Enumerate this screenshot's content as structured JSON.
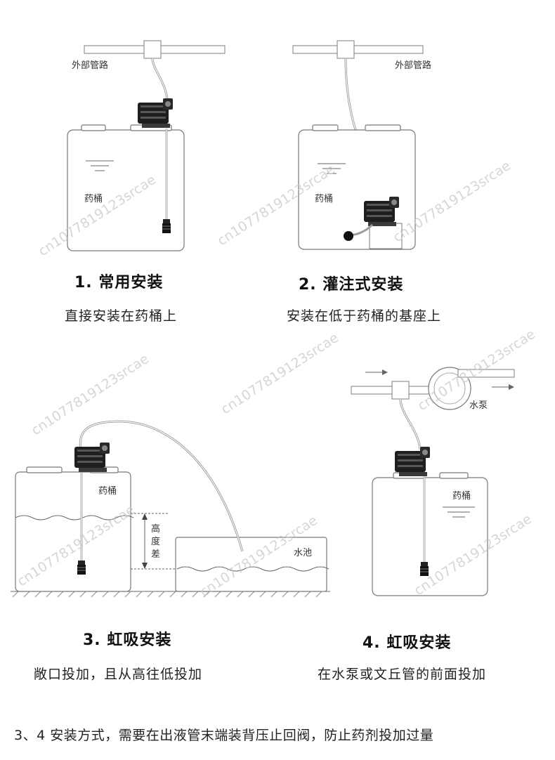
{
  "labels": {
    "external_pipe": "外部管路",
    "tank": "药桶",
    "pool": "水池",
    "height_diff": [
      "高",
      "度",
      "差"
    ],
    "water_pump": "水泵"
  },
  "panels": [
    {
      "title": "1. 常用安装",
      "desc": "直接安装在药桶上"
    },
    {
      "title": "2. 灌注式安装",
      "desc": "安装在低于药桶的基座上"
    },
    {
      "title": "3. 虹吸安装",
      "desc": "敞口投加，且从高往低投加"
    },
    {
      "title": "4. 虹吸安装",
      "desc": "在水泵或文丘管的前面投加"
    }
  ],
  "footer": "3、4 安装方式，需要在出液管末端装背压止回阀，防止药剂投加过量",
  "watermark": "cn1077819123srcae",
  "colors": {
    "line": "#777777",
    "text": "#222222",
    "watermark": "#c9c9c9"
  }
}
